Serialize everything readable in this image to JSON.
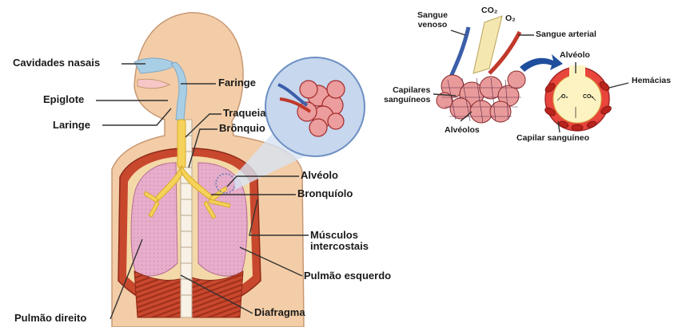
{
  "labels": {
    "cavidades_nasais": "Cavidades nasais",
    "epiglote": "Epiglote",
    "laringe": "Laringe",
    "faringe": "Faringe",
    "traqueia": "Traqueia",
    "bronquio": "Brônquio",
    "alveolo": "Alvéolo",
    "bronquiolo": "Bronquíolo",
    "musculos_intercostais": "Músculos\nintercostais",
    "pulmao_esquerdo": "Pulmão esquerdo",
    "pulmao_direito": "Pulmão direito",
    "diafragma": "Diafragma"
  },
  "detail": {
    "sangue_venoso": "Sangue\nvenoso",
    "co2": "CO₂",
    "o2": "O₂",
    "sangue_arterial": "Sangue arterial",
    "capilares_sanguineos": "Capilares\nsanguíneos",
    "alveolos": "Alvéolos",
    "alveolo": "Alvéolo",
    "hemacias": "Hemácias",
    "capilar_sanguineo": "Capilar sanguíneo",
    "inner_o2": "O₂",
    "inner_co2": "CO₂"
  },
  "colors": {
    "skin": "#f3cda7",
    "skin_outline": "#c79873",
    "lung": "#e7aecb",
    "airway": "#f5d35a",
    "rib_muscle": "#c8482e",
    "muscle_dark": "#a83520",
    "bone": "#f7f1e6",
    "airway_blue": "#a9cfe6",
    "zoom_circle": "#c6d7ee",
    "leader": "#333333"
  }
}
